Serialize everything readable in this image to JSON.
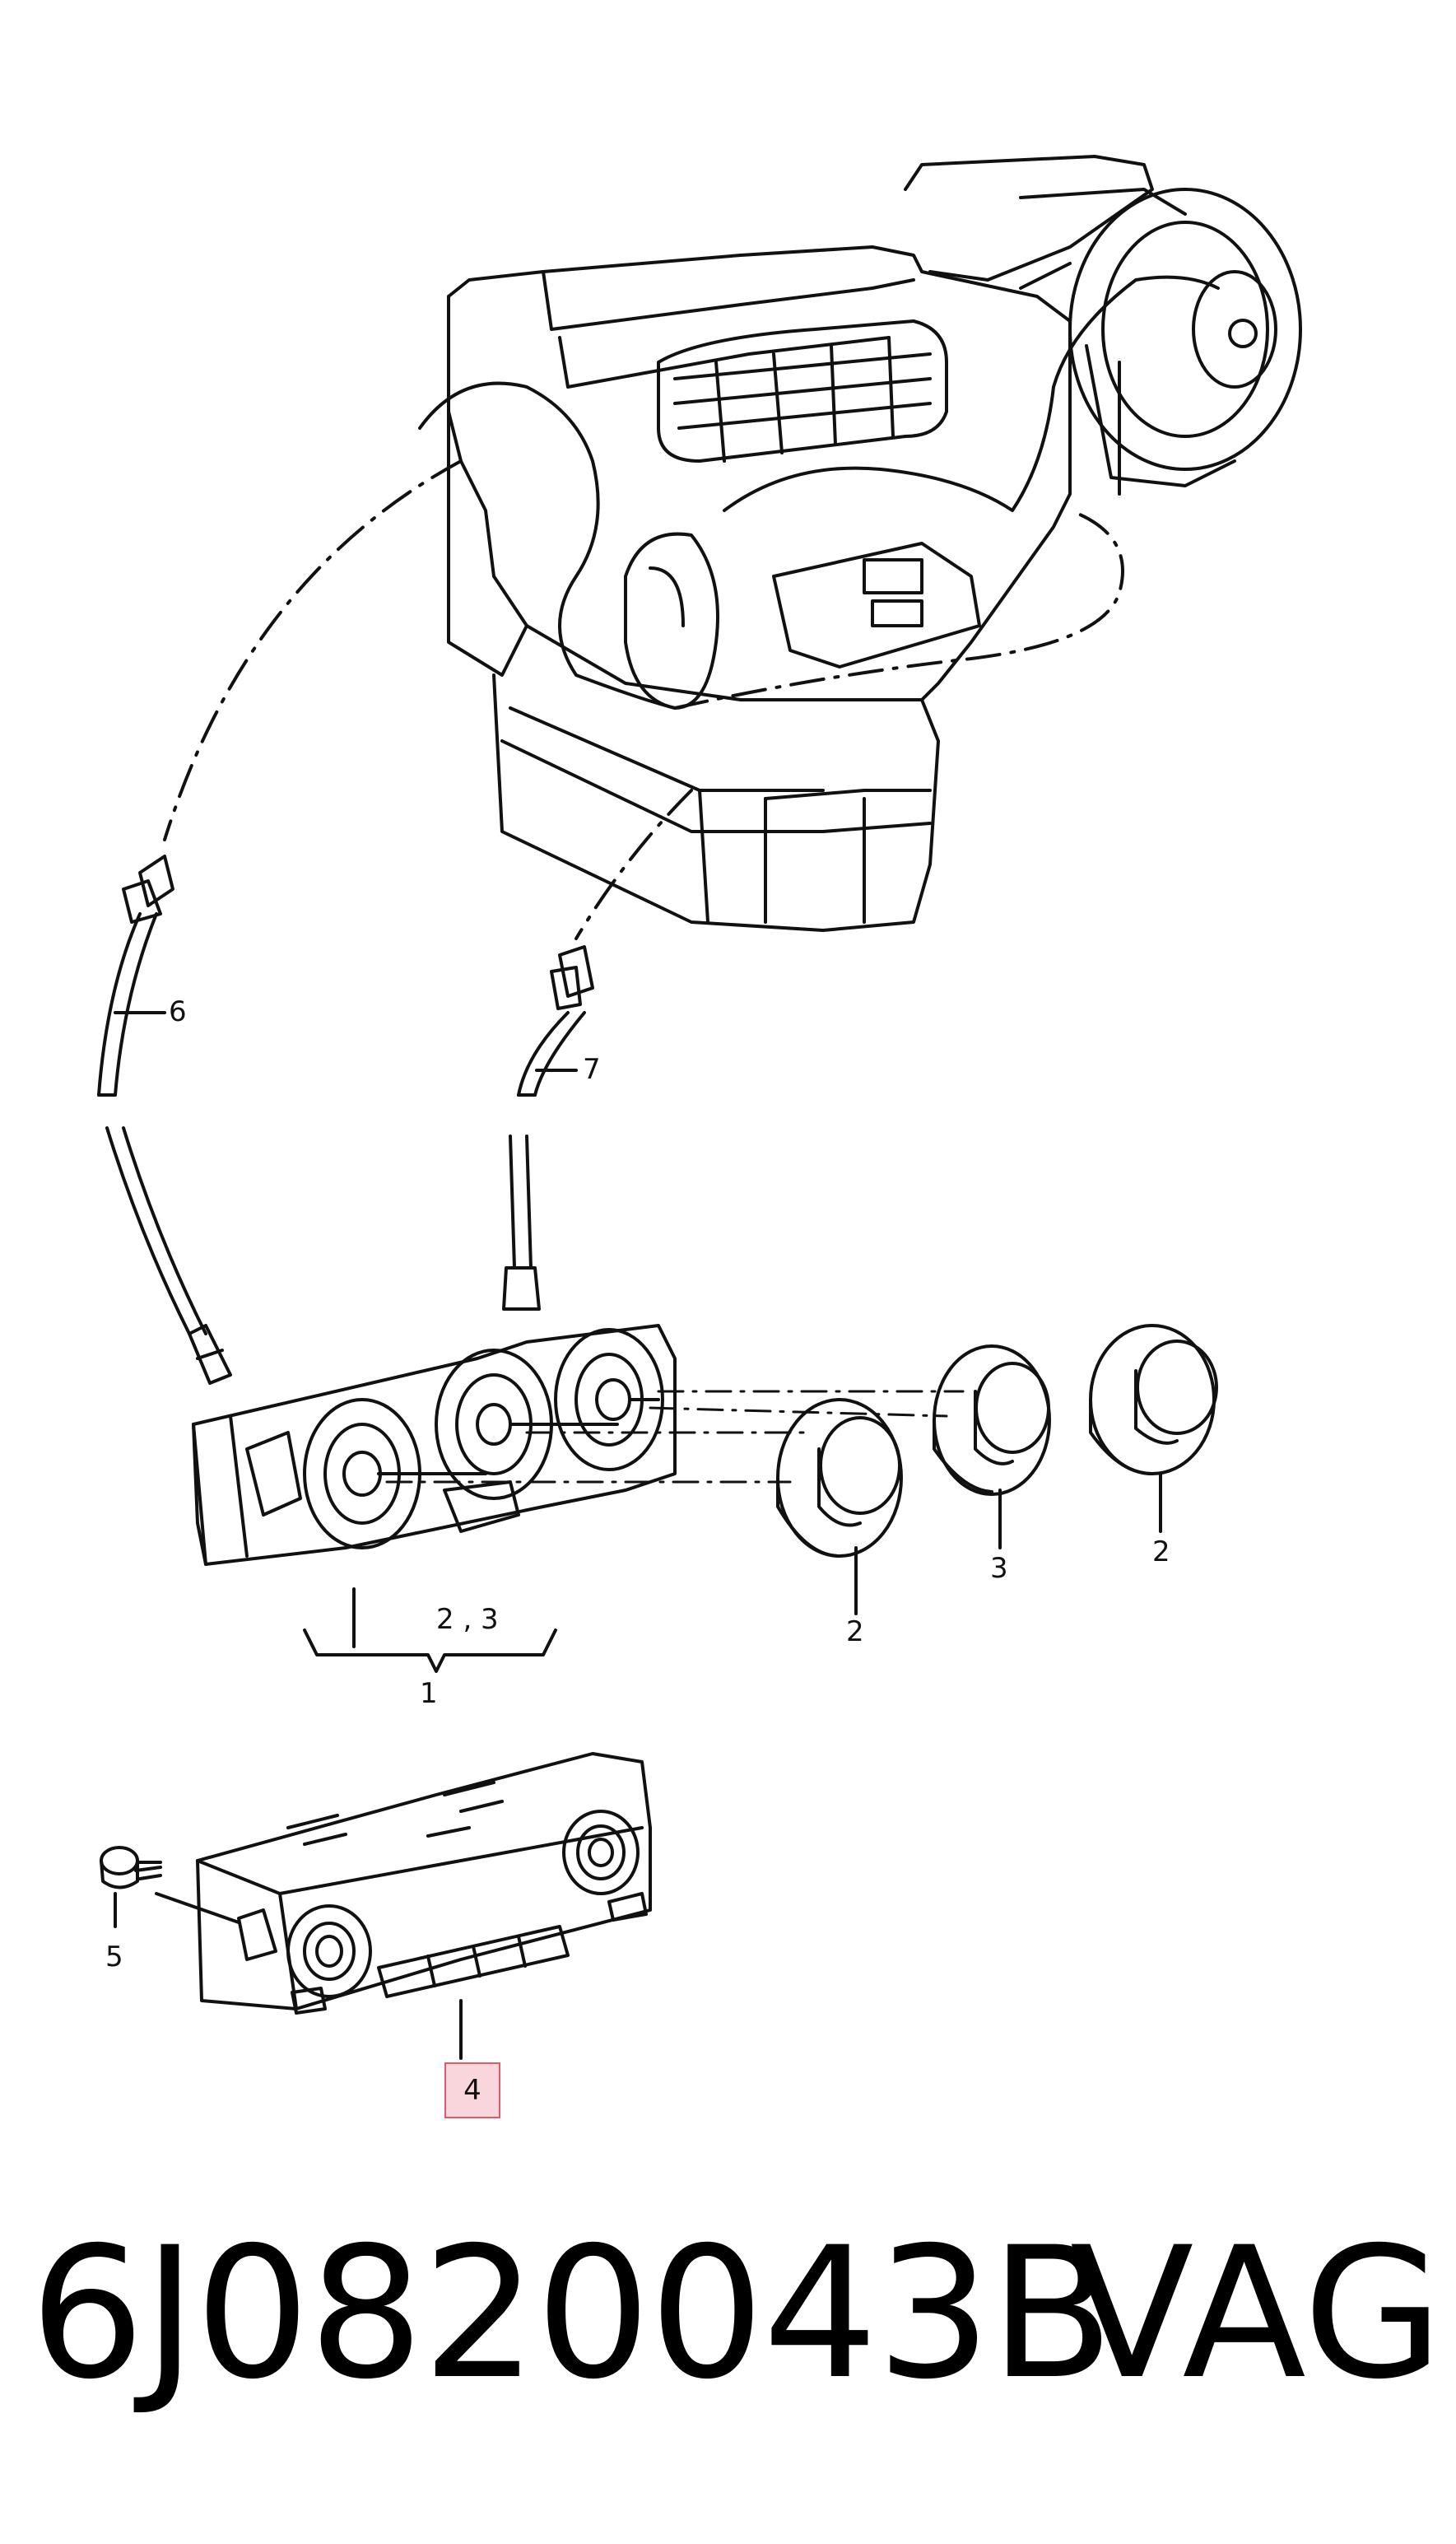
{
  "callouts": {
    "c6": "6",
    "c7": "7",
    "c1": "1",
    "c23": "2 , 3",
    "c2a": "2",
    "c3": "3",
    "c2b": "2",
    "c5": "5",
    "c4": "4"
  },
  "footer": {
    "part_number": "6J0820043B",
    "brand": "VAG"
  },
  "colors": {
    "line": "#111111",
    "highlight_fill": "#f8d6dc",
    "highlight_border": "#e05a6a"
  }
}
